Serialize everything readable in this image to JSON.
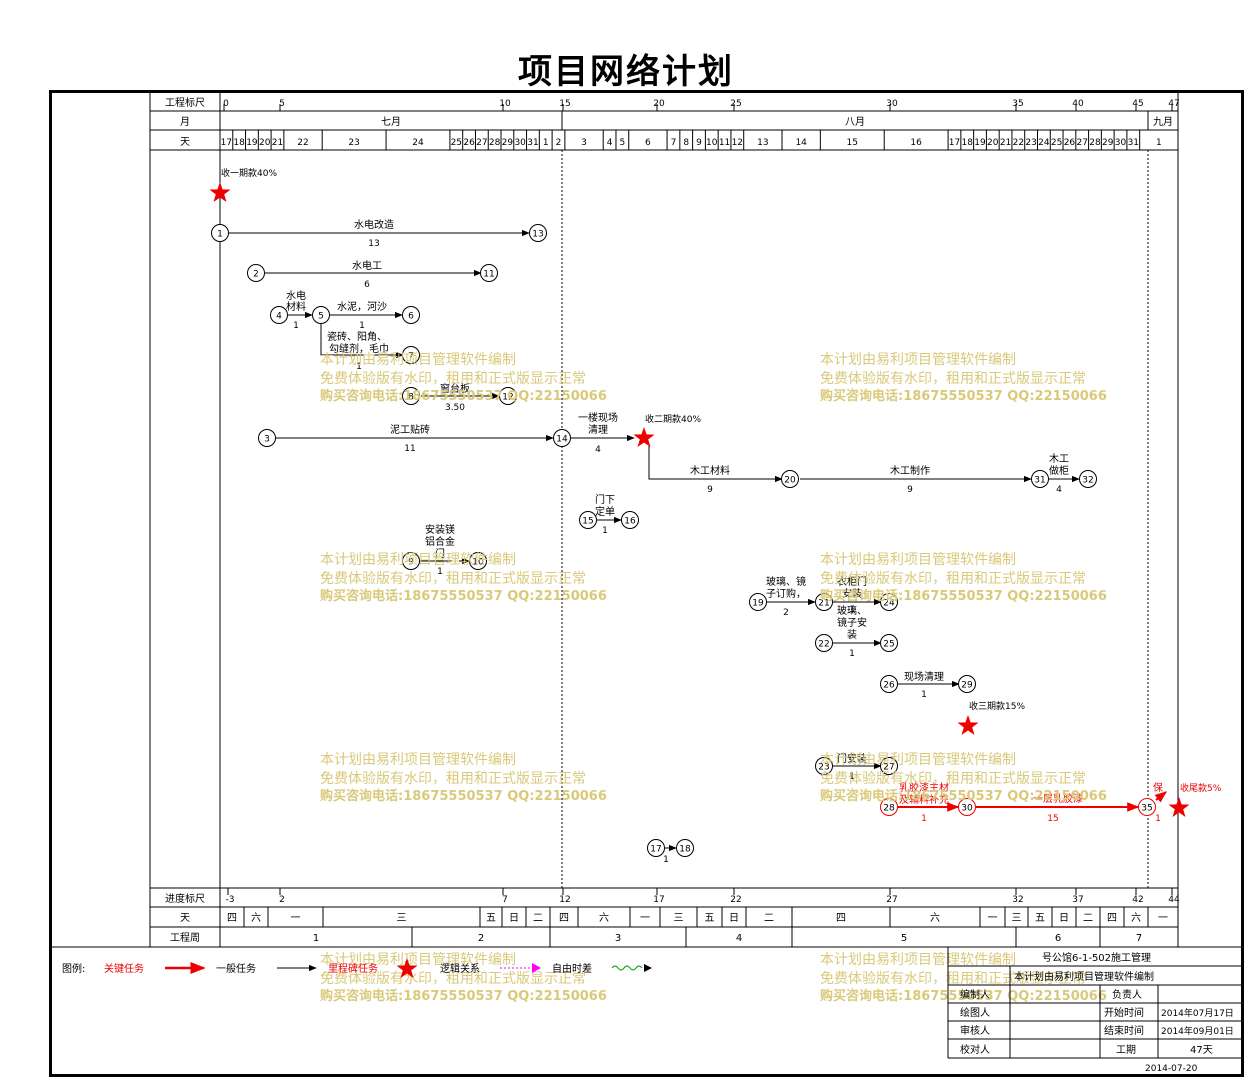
{
  "title": "项目网络计划",
  "header": {
    "ruler_label": "工程标尺",
    "month_label": "月",
    "day_label": "天",
    "ruler_ticks": [
      "0",
      "5",
      "10",
      "15",
      "20",
      "25",
      "30",
      "35",
      "40",
      "45",
      "47"
    ],
    "months": [
      "七月",
      "八月",
      "九月"
    ],
    "days": [
      "17",
      "18",
      "19",
      "20",
      "21",
      "22",
      "23",
      "24",
      "25",
      "26",
      "27",
      "28",
      "29",
      "30",
      "31",
      "1",
      "2",
      "3",
      "4",
      "5",
      "6",
      "7",
      "8",
      "9",
      "10",
      "11",
      "12",
      "13",
      "14",
      "15",
      "16",
      "17",
      "18",
      "19",
      "20",
      "21",
      "22",
      "23",
      "24",
      "25",
      "26",
      "27",
      "28",
      "29",
      "30",
      "31",
      "1"
    ]
  },
  "footer": {
    "progress_label": "进度标尺",
    "day_label": "天",
    "week_label": "工程周",
    "progress_ticks": [
      "-3",
      "2",
      "7",
      "12",
      "17",
      "22",
      "27",
      "32",
      "37",
      "42",
      "44"
    ],
    "weekdays": [
      "四",
      "六",
      "一",
      "三",
      "五",
      "日",
      "二",
      "四",
      "六",
      "一",
      "三",
      "五",
      "日",
      "二",
      "四",
      "六",
      "一",
      "三",
      "五",
      "日",
      "二",
      "四",
      "六",
      "一"
    ],
    "weeks": [
      "1",
      "2",
      "3",
      "4",
      "5",
      "6",
      "7"
    ]
  },
  "tasks": {
    "t1": {
      "name": "水电改造",
      "dur": "13"
    },
    "t2": {
      "name": "水电工",
      "dur": "6"
    },
    "t3": {
      "name": "泥工贴砖",
      "dur": "11"
    },
    "t4a": {
      "name": "水电",
      "dur": "1"
    },
    "t4b": {
      "name": "材料"
    },
    "t5": {
      "name": "水泥，河沙",
      "dur": "1"
    },
    "t6a": {
      "name": "瓷砖、阳角、"
    },
    "t6b": {
      "name": "勾缝剂，毛巾",
      "dur": "1"
    },
    "t7": {
      "name": "窗台板",
      "dur": "3.50"
    },
    "t8a": {
      "name": "一楼现场"
    },
    "t8b": {
      "name": "清理",
      "dur": "4"
    },
    "t9": {
      "name": "木工材料",
      "dur": "9"
    },
    "t10": {
      "name": "木工制作",
      "dur": "9"
    },
    "t11a": {
      "name": "木工"
    },
    "t11b": {
      "name": "做柜",
      "dur": "4"
    },
    "t12a": {
      "name": "门下"
    },
    "t12b": {
      "name": "定单",
      "dur": "1"
    },
    "t13a": {
      "name": "安装镁"
    },
    "t13b": {
      "name": "铝合金"
    },
    "t13c": {
      "name": "门",
      "dur": "1"
    },
    "t14a": {
      "name": "玻璃、镜"
    },
    "t14b": {
      "name": "子订购，",
      "dur": "2"
    },
    "t15a": {
      "name": "衣柜门"
    },
    "t15b": {
      "name": "安装",
      "dur": "1"
    },
    "t16a": {
      "name": "玻璃、"
    },
    "t16b": {
      "name": "镜子安"
    },
    "t16c": {
      "name": "装",
      "dur": "1"
    },
    "t17": {
      "name": "现场清理",
      "dur": "1"
    },
    "t18": {
      "name": "门安装",
      "dur": "1"
    },
    "t19a": {
      "name": "乳胶漆主材"
    },
    "t19b": {
      "name": "及辅料补充",
      "dur": "1"
    },
    "t20": {
      "name": "一层乳胶漆",
      "dur": "15"
    },
    "t21": {
      "name": "保",
      "dur": "1"
    },
    "t22": {
      "dur": "1"
    }
  },
  "milestones": {
    "m1": "收一期款40%",
    "m2": "收二期款40%",
    "m3": "收三期款15%",
    "m4": "收尾款5%"
  },
  "nodes": [
    "1",
    "2",
    "3",
    "4",
    "5",
    "6",
    "7",
    "8",
    "9",
    "10",
    "11",
    "12",
    "13",
    "14",
    "15",
    "16",
    "17",
    "18",
    "19",
    "20",
    "21",
    "22",
    "23",
    "24",
    "25",
    "26",
    "27",
    "28",
    "29",
    "30",
    "31",
    "32",
    "35"
  ],
  "watermark": {
    "line1": "本计划由易利项目管理软件编制",
    "line2": "免费体验版有水印，租用和正式版显示正常",
    "line3": "购买咨询电话:18675550537 QQ:22150066"
  },
  "legend": {
    "label": "图例:",
    "critical": "关键任务",
    "normal": "一般任务",
    "milestone": "里程碑任务",
    "logic": "逻辑关系",
    "float": "自由时差"
  },
  "info": {
    "project": "号公馆6-1-502施工管理",
    "software": "本计划由易利项目管理软件编制",
    "editor": "编制人",
    "owner": "负责人",
    "drawer": "绘图人",
    "start_label": "开始时间",
    "start_value": "2014年07月17日",
    "reviewer": "审核人",
    "end_label": "结束时间",
    "end_value": "2014年09月01日",
    "checker": "校对人",
    "duration_label": "工期",
    "duration_value": "47天",
    "date": "2014-07-20"
  },
  "colors": {
    "critical": "#ee0000",
    "watermark": "#d9c97a",
    "float": "#00a000",
    "logic": "#ff00ff"
  }
}
